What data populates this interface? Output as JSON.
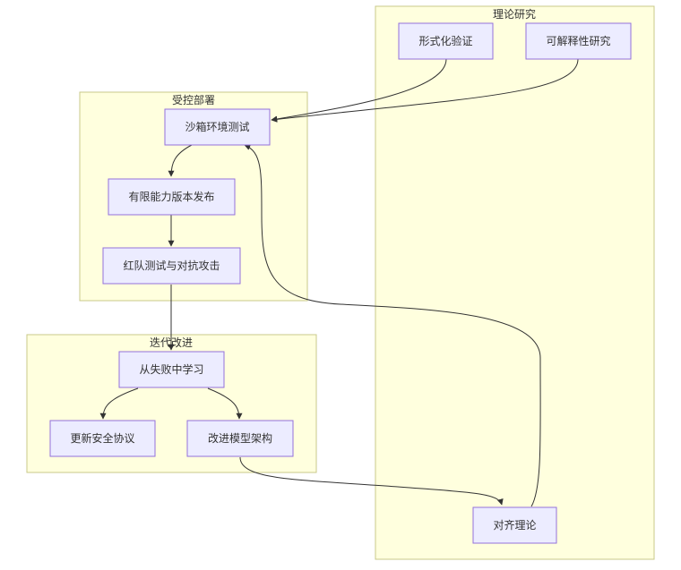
{
  "clusters": {
    "theory": "理论研究",
    "controlled": "受控部署",
    "iterate": "迭代改进"
  },
  "nodes": {
    "formal": "形式化验证",
    "interp": "可解释性研究",
    "sandbox": "沙箱环境测试",
    "limited": "有限能力版本发布",
    "redteam": "红队测试与对抗攻击",
    "learn": "从失败中学习",
    "protocol": "更新安全协议",
    "arch": "改进模型架构",
    "align": "对齐理论"
  },
  "colors": {
    "cluster_fill": "#ffffde",
    "cluster_stroke": "#c8c88a",
    "node_fill": "#ececff",
    "node_stroke": "#9370db",
    "edge": "#333333"
  }
}
